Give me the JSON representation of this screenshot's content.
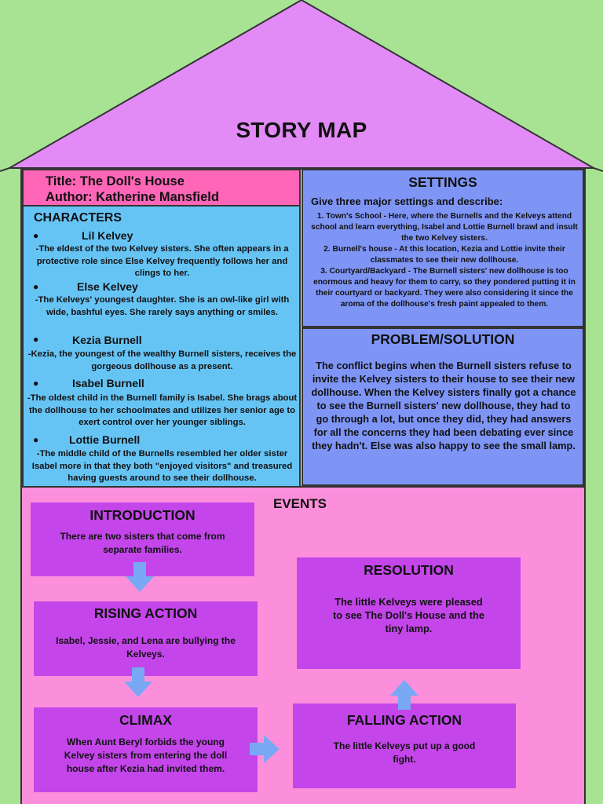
{
  "header": {
    "title": "STORY MAP"
  },
  "info": {
    "title_line": "Title: The Doll's House",
    "author_line": "Author: Katherine Mansfield"
  },
  "characters": {
    "heading": "CHARACTERS",
    "items": [
      {
        "name": "Lil Kelvey",
        "desc": "-The eldest of the two Kelvey sisters. She often appears in a protective role since Else Kelvey frequently follows her and clings to her."
      },
      {
        "name": "Else Kelvey",
        "desc": "-The Kelveys' youngest daughter. She is an owl-like girl with wide, bashful eyes. She rarely says anything or smiles."
      },
      {
        "name": "Kezia Burnell",
        "desc": "-Kezia, the youngest of the wealthy Burnell sisters, receives the gorgeous dollhouse as a present."
      },
      {
        "name": "Isabel Burnell",
        "desc": "-The oldest child in the Burnell family is Isabel. She brags about the dollhouse to her schoolmates and utilizes her senior age to exert control over her younger siblings."
      },
      {
        "name": "Lottie Burnell",
        "desc": "-The middle child of the Burnells resembled her older sister Isabel more in that they both \"enjoyed visitors\" and treasured having guests around to see their dollhouse."
      }
    ]
  },
  "settings": {
    "heading": "SETTINGS",
    "prompt": "Give three major settings and describe:",
    "items": [
      "1. Town's School - Here, where the Burnells and the Kelveys attend school and learn everything, Isabel and Lottie Burnell brawl and insult the two Kelvey sisters.",
      "2. Burnell's house - At this location, Kezia and Lottie invite their classmates to see their new dollhouse.",
      "3. Courtyard/Backyard - The Burnell sisters' new dollhouse is too enormous and heavy for them to carry, so they pondered putting it in their courtyard or backyard. They were also considering it since the aroma of the dollhouse's fresh paint appealed to them."
    ]
  },
  "problem": {
    "heading": "PROBLEM/SOLUTION",
    "text": "The conflict begins when the Burnell sisters refuse to invite the Kelvey sisters to their house to see their new dollhouse. When the Kelvey sisters finally got a chance to see the Burnell sisters' new dollhouse, they had to go through a lot, but once they did, they had answers for all the concerns they had been debating ever since they hadn't. Else was also happy to see the small lamp."
  },
  "events": {
    "heading": "EVENTS",
    "introduction": {
      "title": "INTRODUCTION",
      "text": "There are two sisters that come from separate families."
    },
    "rising": {
      "title": "RISING ACTION",
      "text": "Isabel, Jessie, and Lena are bullying the Kelveys."
    },
    "climax": {
      "title": "CLIMAX",
      "text": "When Aunt Beryl forbids the young Kelvey sisters from entering the doll house after Kezia had invited them."
    },
    "falling": {
      "title": "FALLING ACTION",
      "text": "The little Kelveys put up a good fight."
    },
    "resolution": {
      "title": "RESOLUTION",
      "text": "The little Kelveys were pleased to see The Doll's House and the tiny lamp."
    }
  },
  "colors": {
    "background": "#a8e394",
    "roof": "#e28bf7",
    "title_box": "#ff66b8",
    "characters": "#66c4f5",
    "settings": "#7e95f6",
    "events_bg": "#fc8fdb",
    "event_box": "#c445ea",
    "arrow": "#78a8f4"
  }
}
